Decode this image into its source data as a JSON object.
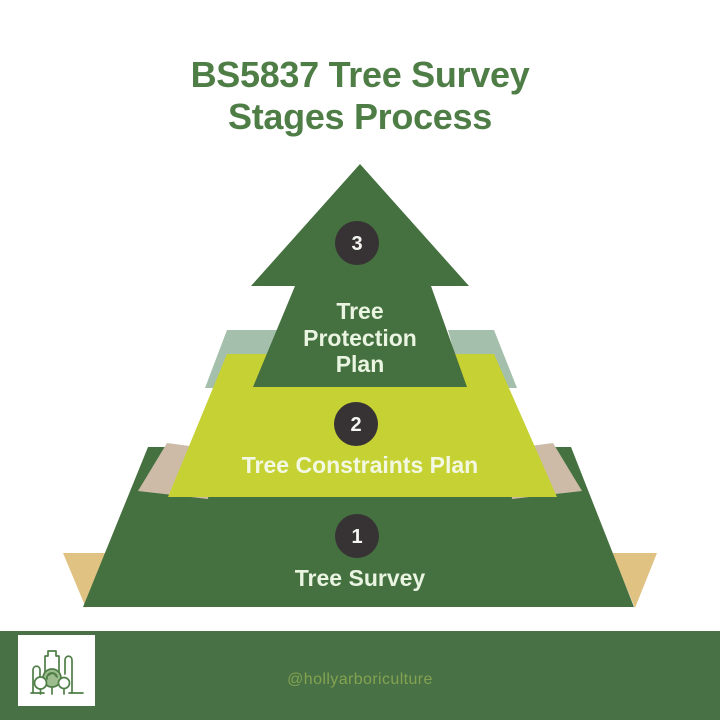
{
  "title": {
    "line1": "BS5837 Tree Survey",
    "line2": "Stages Process"
  },
  "stages": [
    {
      "number": "3",
      "label": "Tree Protection Plan",
      "label_lines": [
        "Tree",
        "Protection",
        "Plan"
      ]
    },
    {
      "number": "2",
      "label": "Tree Constraints Plan"
    },
    {
      "number": "1",
      "label": "Tree Survey"
    }
  ],
  "footer": {
    "handle": "@hollyarboriculture",
    "logo_icon": "city-skyline-with-trees"
  },
  "colors": {
    "background": "#ffffff",
    "title_green": "#4e7d46",
    "dark_green": "#45703f",
    "lime_green": "#c6d234",
    "sage_shadow": "#a4bfab",
    "beige_shadow": "#cdbba7",
    "tan_shadow": "#e0c283",
    "badge_dark": "#373334",
    "light_text_on_green": "#e9f4e1",
    "light_text_on_lime": "#f3f8e2",
    "footer_bar_green": "#487245",
    "footer_text_green": "#84a251"
  }
}
